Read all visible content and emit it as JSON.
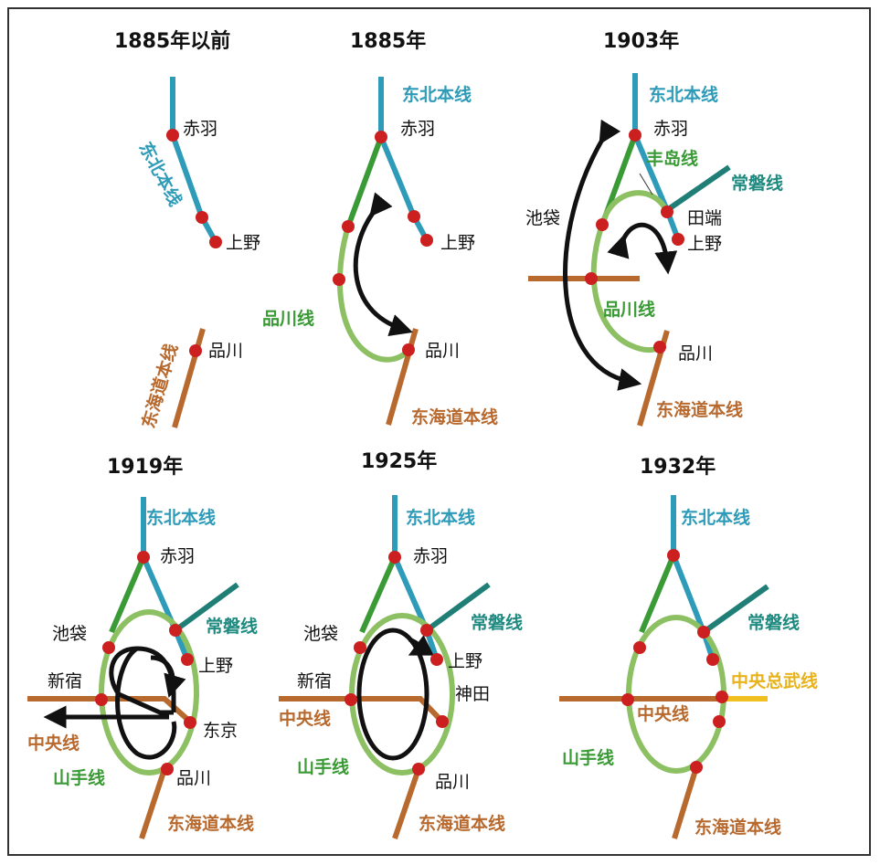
{
  "panels": [
    {
      "title": "1885年以前",
      "stations": [
        "赤羽",
        "上野",
        "品川"
      ],
      "lines": [
        "东北本线",
        "东海道本线"
      ]
    },
    {
      "title": "1885年",
      "stations": [
        "赤羽",
        "上野",
        "品川"
      ],
      "lines": [
        "东北本线",
        "品川线",
        "东海道本线"
      ]
    },
    {
      "title": "1903年",
      "stations": [
        "赤羽",
        "池袋",
        "田端",
        "上野",
        "品川"
      ],
      "lines": [
        "东北本线",
        "丰岛线",
        "常磐线",
        "品川线",
        "东海道本线"
      ]
    },
    {
      "title": "1919年",
      "stations": [
        "赤羽",
        "池袋",
        "上野",
        "新宿",
        "东京",
        "品川"
      ],
      "lines": [
        "东北本线",
        "常磐线",
        "中央线",
        "山手线",
        "东海道本线"
      ]
    },
    {
      "title": "1925年",
      "stations": [
        "赤羽",
        "池袋",
        "上野",
        "新宿",
        "神田",
        "品川"
      ],
      "lines": [
        "东北本线",
        "常磐线",
        "中央线",
        "山手线",
        "东海道本线"
      ]
    },
    {
      "title": "1932年",
      "stations": [],
      "lines": [
        "东北本线",
        "常磐线",
        "中央总武线",
        "中央线",
        "山手线",
        "东海道本线"
      ]
    }
  ],
  "colors": {
    "tohoku": "#2e9bb8",
    "yamanote": "#8cc063",
    "toshima": "#3a9a35",
    "tokaido": "#b8692e",
    "joban": "#1f7f77",
    "chuo": "#b8692e",
    "sobu": "#f0c020",
    "station": "#cc1f1f",
    "arrow": "#111111"
  }
}
